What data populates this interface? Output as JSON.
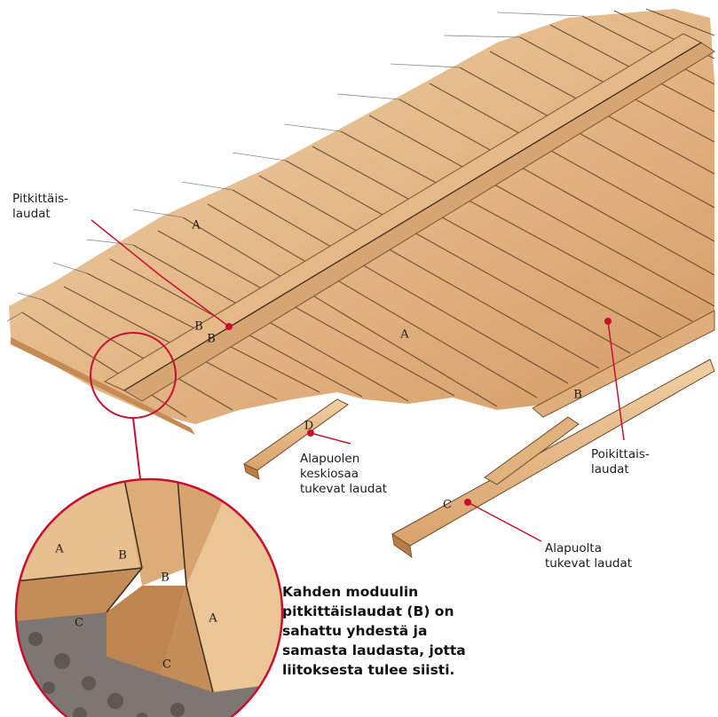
{
  "labels": {
    "pitkittais_line1": "Pitkittäis-",
    "pitkittais_line2": "laudat",
    "alapuolen_line1": "Alapuolen",
    "alapuolen_line2": "keskiosaa",
    "alapuolen_line3": "tukevat laudat",
    "poikittais_line1": "Poikittais-",
    "poikittais_line2": "laudat",
    "alapuolta_line1": "Alapuolta",
    "alapuolta_line2": "tukevat laudat"
  },
  "letters": {
    "a": "A",
    "b": "B",
    "c": "C",
    "d": "D"
  },
  "caption": [
    "Kahden moduulin",
    "pitkittäislaudat (B) on",
    "sahattu yhdestä ja",
    "samasta laudasta, jotta",
    "liitoksesta tulee siisti."
  ],
  "colors": {
    "wood_light": "#ebc79b",
    "wood_mid": "#dca877",
    "wood_dark": "#b9804c",
    "gap_line": "#3a2a1c",
    "leader": "#c8102e",
    "gravel": "#7d7672"
  }
}
